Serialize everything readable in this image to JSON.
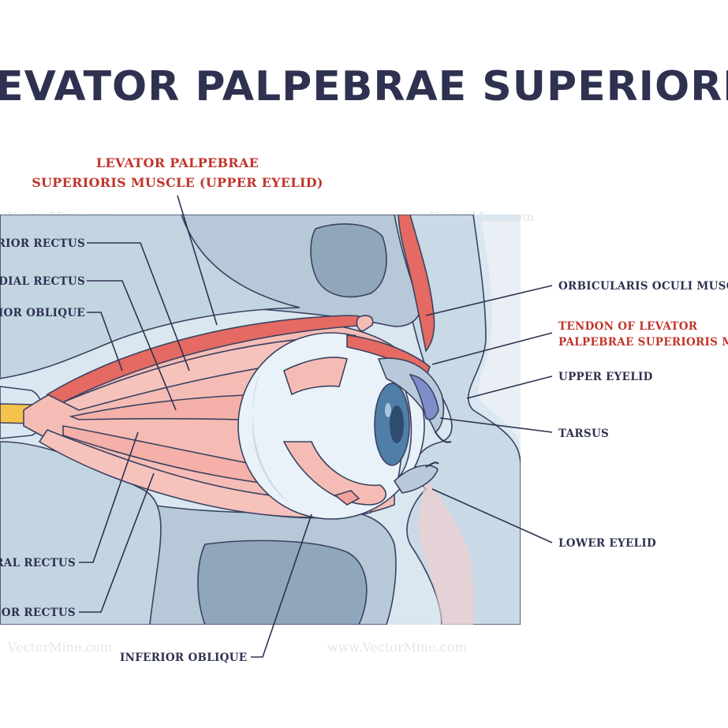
{
  "title": "LEVATOR PALPEBRAE SUPERIORIS",
  "watermark": "VectorMine.com",
  "watermark_url": "www.VectorMine.com",
  "colors": {
    "title": "#2e3250",
    "red_label": "#c0352b",
    "muscle": "#f3b3ad",
    "tendon_red": "#e46a63",
    "bone": "#b9cbd9",
    "tissue": "#d9e6ef",
    "sclera": "#e8f1f7",
    "iris": "#4f7fa8",
    "nerve": "#f5c24b"
  },
  "labels": {
    "top_muscle_line1": "LEVATOR PALPEBRAE",
    "top_muscle_line2": "SUPERIORIS MUSCLE (UPPER EYELID)",
    "superior_rectus": "SUPERIOR RECTUS",
    "medial_rectus": "MEDIAL RECTUS",
    "superior_oblique": "SUPERIOR OBLIQUE",
    "lateral_rectus": "LATERAL RECTUS",
    "inferior_rectus": "INFERIOR RECTUS",
    "inferior_oblique": "INFERIOR OBLIQUE",
    "orbicularis": "ORBICULARIS OCULI MUSCLE",
    "tendon_line1": "TENDON OF LEVATOR",
    "tendon_line2": "PALPEBRAE SUPERIORIS MUSCLE",
    "upper_eyelid": "UPPER EYELID",
    "tarsus": "TARSUS",
    "lower_eyelid": "LOWER EYELID"
  }
}
